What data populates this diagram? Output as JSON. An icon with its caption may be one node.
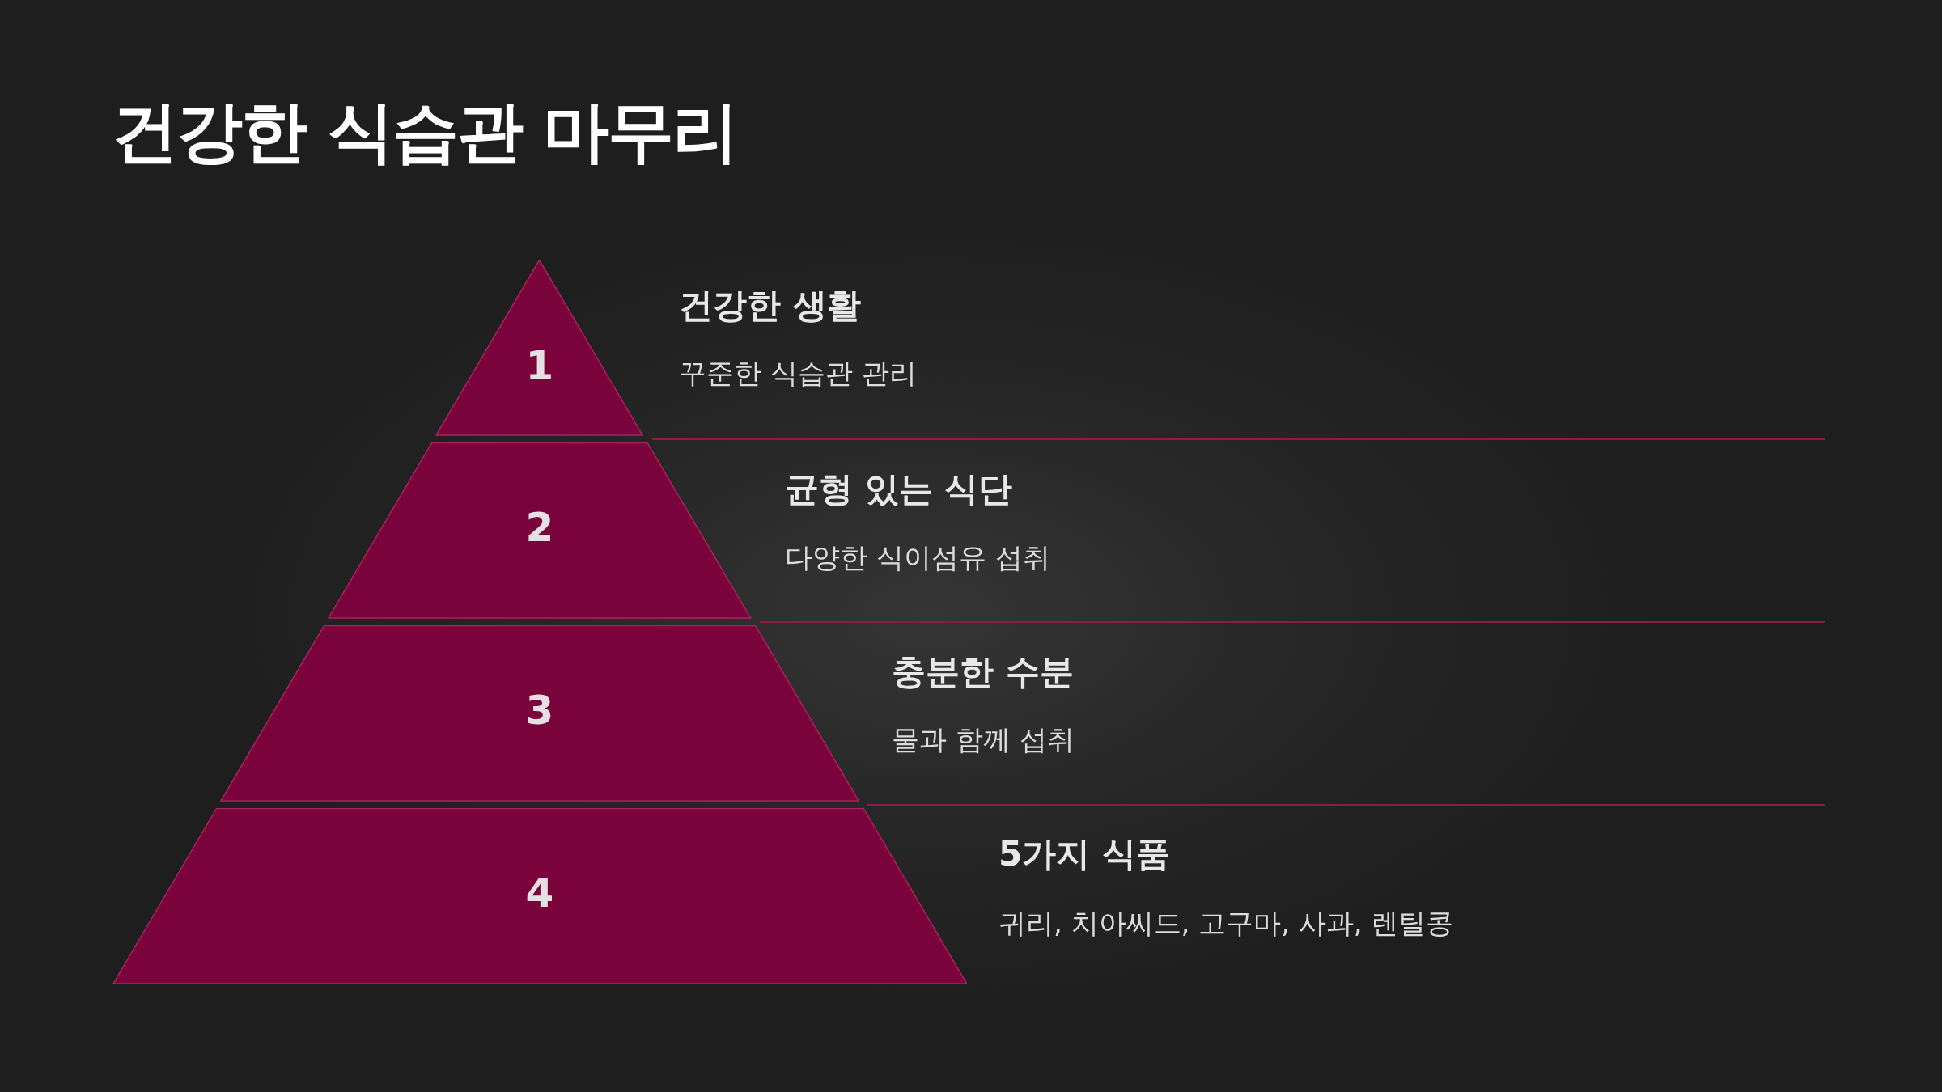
{
  "diagram": {
    "title": "건강한 식습관 마무리",
    "nodes": [
      {
        "text": [
          "1"
        ],
        "beside": [
          "건강한 생활",
          "꾸준한 식습관 관리"
        ]
      },
      {
        "text": [
          "2"
        ],
        "beside": [
          "균형 있는 식단",
          "다양한 식이섬유 섭취"
        ]
      },
      {
        "text": [
          "3"
        ],
        "beside": [
          "충분한 수분",
          "물과 함께 섭취"
        ]
      },
      {
        "text": [
          "4"
        ],
        "beside": [
          "5가지 식품",
          "귀리, 치아씨드, 고구마, 사과, 렌틸콩"
        ]
      }
    ]
  }
}
